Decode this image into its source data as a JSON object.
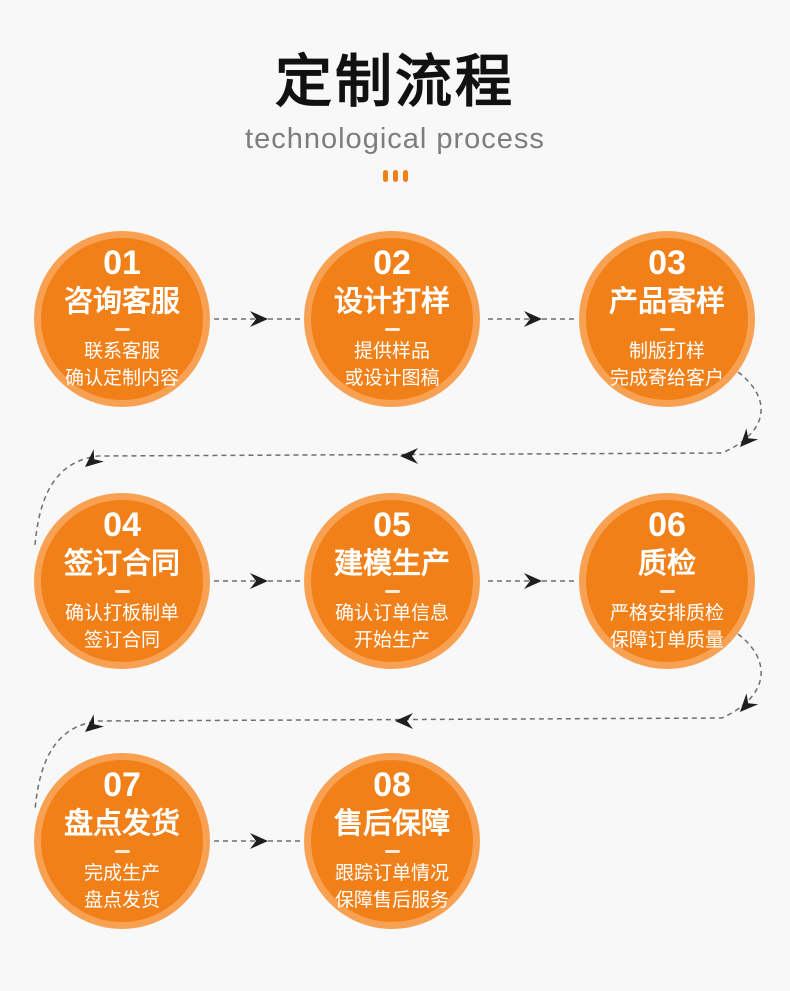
{
  "header": {
    "title": "定制流程",
    "subtitle": "technological process"
  },
  "steps": [
    {
      "number": "01",
      "title": "咨询客服",
      "desc1": "联系客服",
      "desc2": "确认定制内容"
    },
    {
      "number": "02",
      "title": "设计打样",
      "desc1": "提供样品",
      "desc2": "或设计图稿"
    },
    {
      "number": "03",
      "title": "产品寄样",
      "desc1": "制版打样",
      "desc2": "完成寄给客户"
    },
    {
      "number": "04",
      "title": "签订合同",
      "desc1": "确认打板制单",
      "desc2": "签订合同"
    },
    {
      "number": "05",
      "title": "建模生产",
      "desc1": "确认订单信息",
      "desc2": "开始生产"
    },
    {
      "number": "06",
      "title": "质检",
      "desc1": "严格安排质检",
      "desc2": "保障订单质量"
    },
    {
      "number": "07",
      "title": "盘点发货",
      "desc1": "完成生产",
      "desc2": "盘点发货"
    },
    {
      "number": "08",
      "title": "售后保障",
      "desc1": "跟踪订单情况",
      "desc2": "保障售后服务"
    }
  ],
  "colors": {
    "bg": "#f8f8f8",
    "accent": "#f28019",
    "ring": "#f9a152",
    "dash": "#6f6f6f",
    "arrow": "#1f1f1f",
    "title": "#111111",
    "subtitle": "#7d7d7d"
  }
}
